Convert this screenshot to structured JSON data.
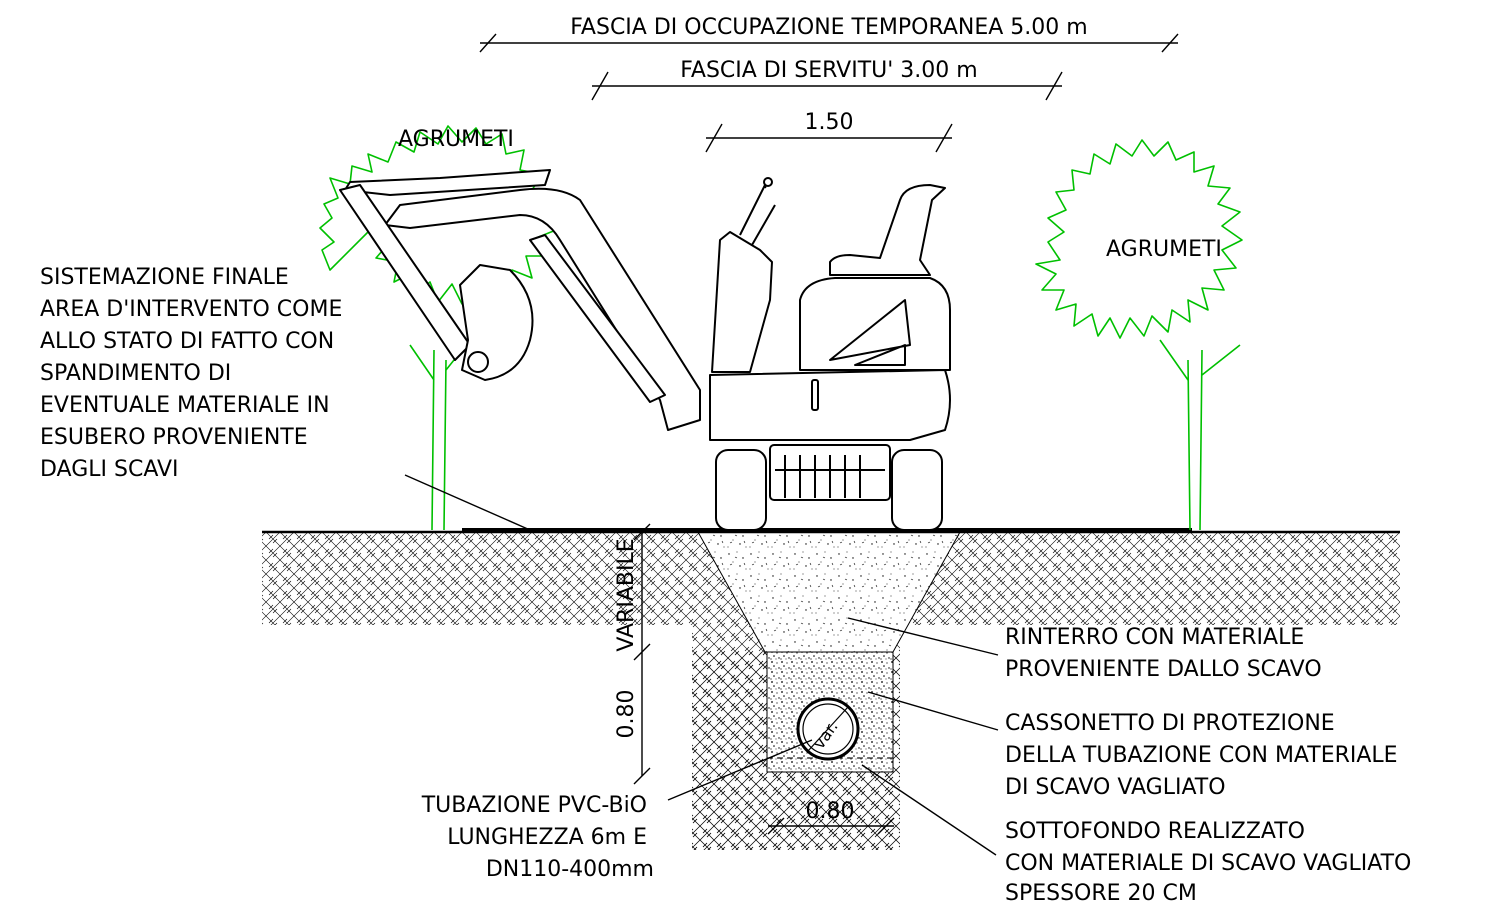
{
  "dimensions": {
    "temporary_band": "FASCIA DI OCCUPAZIONE TEMPORANEA 5.00 m",
    "servitude_band": "FASCIA DI SERVITU' 3.00 m",
    "top_width": "1.50",
    "depth_variable": "VARIABILE",
    "depth_fixed": "0.80",
    "trench_width": "0.80",
    "pipe_diameter": "var."
  },
  "trees": {
    "left_label": "AGRUMETI",
    "right_label": "AGRUMETI"
  },
  "notes": {
    "final_arrangement": [
      "SISTEMAZIONE FINALE",
      "AREA D'INTERVENTO COME",
      "ALLO STATO DI FATTO CON",
      "SPANDIMENTO DI",
      "EVENTUALE MATERIALE IN",
      "ESUBERO PROVENIENTE",
      "DAGLI SCAVI"
    ],
    "backfill": [
      "RINTERRO CON MATERIALE",
      "PROVENIENTE DALLO SCAVO"
    ],
    "protection_bed": [
      "CASSONETTO DI PROTEZIONE",
      "DELLA TUBAZIONE CON MATERIALE",
      "DI SCAVO VAGLIATO"
    ],
    "pipe": [
      "TUBAZIONE PVC-BiO",
      "LUNGHEZZA 6m E",
      "DN110-400mm"
    ],
    "subbase": [
      "SOTTOFONDO REALIZZATO",
      "CON MATERIALE DI SCAVO VAGLIATO",
      "SPESSORE 20 CM"
    ]
  },
  "colors": {
    "line": "#000000",
    "vegetation": "#00c000",
    "background": "#ffffff"
  }
}
